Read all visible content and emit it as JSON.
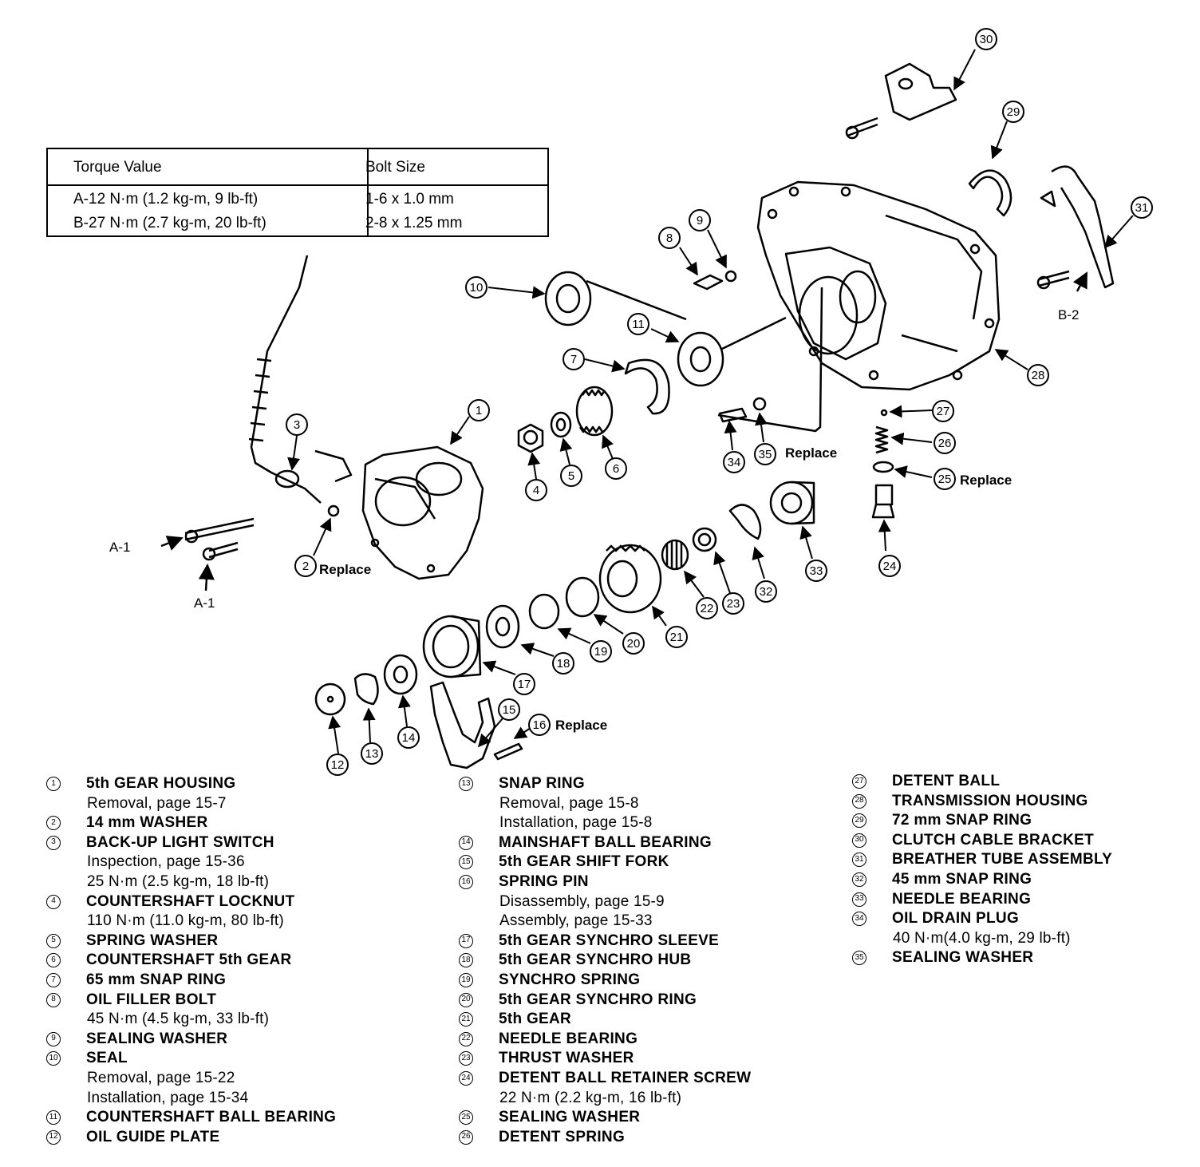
{
  "torque_table": {
    "header": [
      "Torque Value",
      "Bolt Size"
    ],
    "rows": [
      [
        "A-12 N·m (1.2 kg-m, 9 lb-ft)",
        "1-6 x 1.0 mm"
      ],
      [
        "B-27 N·m (2.7 kg-m, 20 lb-ft)",
        "2-8 x 1.25 mm"
      ]
    ]
  },
  "diagram_labels": {
    "a1_left": "A-1",
    "a1_bottom": "A-1",
    "b2": "B-2",
    "replace_2": "Replace",
    "replace_16": "Replace",
    "replace_25": "Replace",
    "replace_35": "Replace"
  },
  "callouts": [
    "1",
    "2",
    "3",
    "4",
    "5",
    "6",
    "7",
    "8",
    "9",
    "10",
    "11",
    "12",
    "13",
    "14",
    "15",
    "16",
    "17",
    "18",
    "19",
    "20",
    "21",
    "22",
    "23",
    "24",
    "25",
    "26",
    "27",
    "28",
    "29",
    "30",
    "31",
    "32",
    "33",
    "34",
    "35"
  ],
  "legend": {
    "col1": [
      {
        "num": "1",
        "name": "5th GEAR HOUSING",
        "notes": [
          "Removal, page 15-7"
        ]
      },
      {
        "num": "2",
        "name": "14 mm WASHER",
        "notes": []
      },
      {
        "num": "3",
        "name": "BACK-UP LIGHT SWITCH",
        "notes": [
          "Inspection, page 15-36",
          "25 N·m (2.5 kg-m, 18 lb-ft)"
        ]
      },
      {
        "num": "4",
        "name": "COUNTERSHAFT LOCKNUT",
        "notes": [
          "110 N·m (11.0 kg-m, 80 lb-ft)"
        ]
      },
      {
        "num": "5",
        "name": "SPRING WASHER",
        "notes": []
      },
      {
        "num": "6",
        "name": "COUNTERSHAFT 5th GEAR",
        "notes": []
      },
      {
        "num": "7",
        "name": "65 mm SNAP RING",
        "notes": []
      },
      {
        "num": "8",
        "name": "OIL FILLER BOLT",
        "notes": [
          "45 N·m (4.5 kg-m, 33 lb-ft)"
        ]
      },
      {
        "num": "9",
        "name": "SEALING WASHER",
        "notes": []
      },
      {
        "num": "10",
        "name": "SEAL",
        "notes": [
          "Removal, page 15-22",
          "Installation, page 15-34"
        ]
      },
      {
        "num": "11",
        "name": "COUNTERSHAFT BALL BEARING",
        "notes": []
      },
      {
        "num": "12",
        "name": "OIL GUIDE PLATE",
        "notes": []
      }
    ],
    "col2": [
      {
        "num": "13",
        "name": "SNAP RING",
        "notes": [
          "Removal, page 15-8",
          "Installation, page 15-8"
        ]
      },
      {
        "num": "14",
        "name": "MAINSHAFT BALL BEARING",
        "notes": []
      },
      {
        "num": "15",
        "name": "5th GEAR SHIFT FORK",
        "notes": []
      },
      {
        "num": "16",
        "name": "SPRING PIN",
        "notes": [
          "Disassembly, page 15-9",
          "Assembly, page 15-33"
        ]
      },
      {
        "num": "17",
        "name": "5th GEAR SYNCHRO SLEEVE",
        "notes": []
      },
      {
        "num": "18",
        "name": "5th GEAR SYNCHRO HUB",
        "notes": []
      },
      {
        "num": "19",
        "name": "SYNCHRO SPRING",
        "notes": []
      },
      {
        "num": "20",
        "name": "5th GEAR SYNCHRO RING",
        "notes": []
      },
      {
        "num": "21",
        "name": "5th GEAR",
        "notes": []
      },
      {
        "num": "22",
        "name": "NEEDLE BEARING",
        "notes": []
      },
      {
        "num": "23",
        "name": "THRUST WASHER",
        "notes": []
      },
      {
        "num": "24",
        "name": "DETENT BALL RETAINER SCREW",
        "notes": [
          "22 N·m (2.2 kg-m, 16 lb-ft)"
        ]
      },
      {
        "num": "25",
        "name": "SEALING WASHER",
        "notes": []
      },
      {
        "num": "26",
        "name": "DETENT SPRING",
        "notes": []
      }
    ],
    "col3": [
      {
        "num": "27",
        "name": "DETENT BALL",
        "notes": []
      },
      {
        "num": "28",
        "name": "TRANSMISSION HOUSING",
        "notes": []
      },
      {
        "num": "29",
        "name": "72 mm SNAP RING",
        "notes": []
      },
      {
        "num": "30",
        "name": "CLUTCH CABLE BRACKET",
        "notes": []
      },
      {
        "num": "31",
        "name": "BREATHER TUBE ASSEMBLY",
        "notes": []
      },
      {
        "num": "32",
        "name": "45 mm SNAP RING",
        "notes": []
      },
      {
        "num": "33",
        "name": "NEEDLE BEARING",
        "notes": []
      },
      {
        "num": "34",
        "name": "OIL DRAIN PLUG",
        "notes": [
          "40 N·m(4.0 kg-m, 29 lb-ft)"
        ]
      },
      {
        "num": "35",
        "name": "SEALING WASHER",
        "notes": []
      }
    ]
  }
}
